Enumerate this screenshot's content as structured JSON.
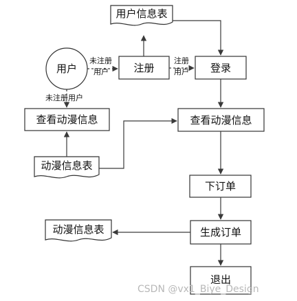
{
  "nodes": {
    "user": "用户",
    "user_info_table": "用户信息表",
    "register": "注册",
    "login": "登录",
    "view_anime_left": "查看动漫信息",
    "view_anime_right": "查看动漫信息",
    "anime_info_table_left": "动漫信息表",
    "place_order": "下订单",
    "generate_order": "生成订单",
    "anime_info_table_bottom": "动漫信息表",
    "logout": "退出"
  },
  "edge_labels": {
    "user_to_register_line1": "未注册",
    "user_to_register_line2": "用户",
    "register_to_login_line1": "注册",
    "register_to_login_line2": "用户",
    "user_to_view_left": "未注册用户"
  },
  "watermark": "CSDN @vx1_Biye_Design"
}
